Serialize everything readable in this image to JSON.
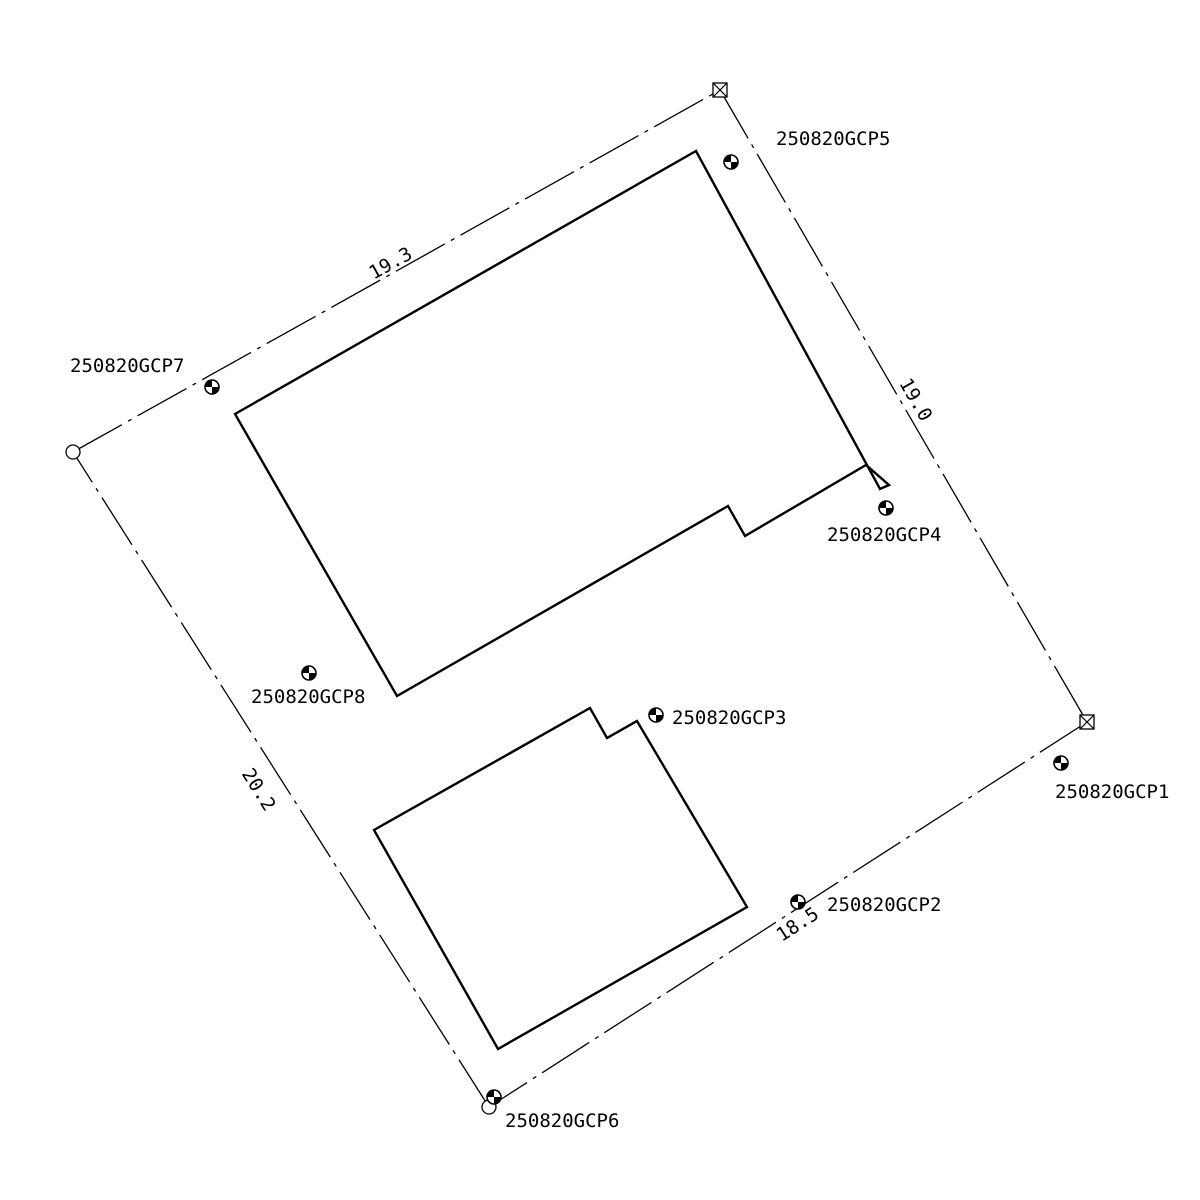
{
  "colors": {
    "line": "#000000",
    "background": "#ffffff"
  },
  "dimensions": {
    "top_edge": "19.3",
    "right_edge": "19.0",
    "bottom_edge": "18.5",
    "left_edge": "20.2"
  },
  "gcp_points": [
    {
      "id": "gcp1",
      "label": "250820GCP1"
    },
    {
      "id": "gcp2",
      "label": "250820GCP2"
    },
    {
      "id": "gcp3",
      "label": "250820GCP3"
    },
    {
      "id": "gcp4",
      "label": "250820GCP4"
    },
    {
      "id": "gcp5",
      "label": "250820GCP5"
    },
    {
      "id": "gcp6",
      "label": "250820GCP6"
    },
    {
      "id": "gcp7",
      "label": "250820GCP7"
    },
    {
      "id": "gcp8",
      "label": "250820GCP8"
    }
  ],
  "boundary_corners": [
    {
      "id": "top",
      "marker": "boxed-cross-icon"
    },
    {
      "id": "right",
      "marker": "boxed-cross-icon"
    },
    {
      "id": "bottom",
      "marker": "circle-icon"
    },
    {
      "id": "left",
      "marker": "circle-icon"
    }
  ],
  "buildings": [
    {
      "id": "main-building"
    },
    {
      "id": "annex-building"
    }
  ]
}
